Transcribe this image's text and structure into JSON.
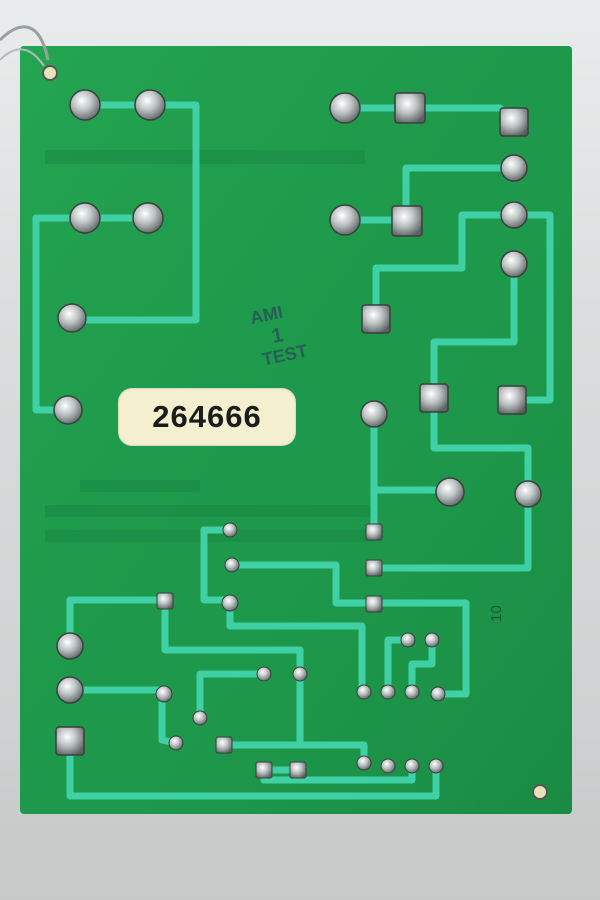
{
  "board": {
    "label_number": "264666",
    "stamp_lines": [
      "AMI",
      "1",
      "TEST"
    ],
    "edge_marking": "10"
  },
  "colors": {
    "board_green": "#1f9a4c",
    "trace_green": "#3fd0a6",
    "label_paper": "#f4efcf",
    "background": "#d9dcdc"
  }
}
